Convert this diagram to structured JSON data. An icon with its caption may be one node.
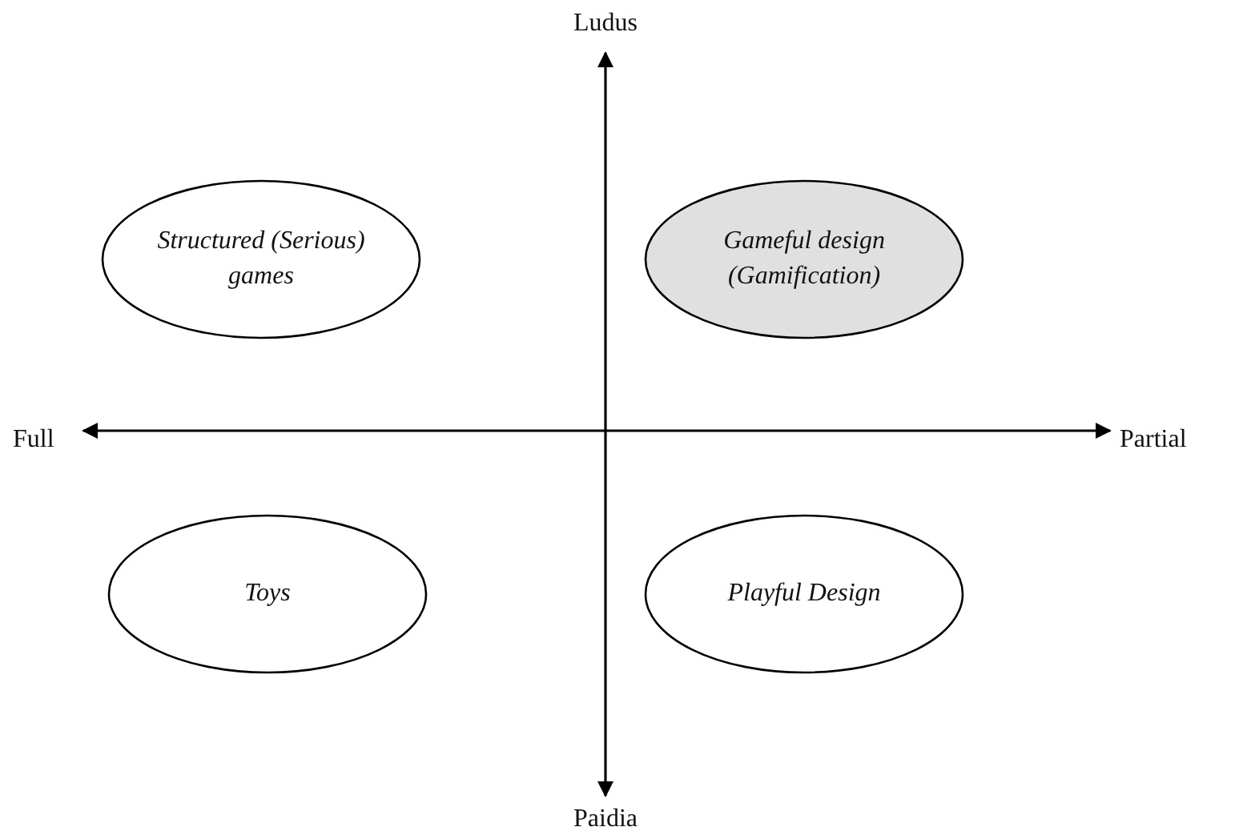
{
  "diagram": {
    "nodes": [
      {
        "text": [
          "Structured (Serious) games"
        ]
      },
      {
        "text": [
          "Gameful design (Gamification)"
        ]
      },
      {
        "text": [
          "Toys"
        ]
      },
      {
        "text": [
          "Playful Design"
        ]
      }
    ],
    "labels": [
      "Ludus",
      "Full",
      "Partial",
      "Paidia"
    ]
  }
}
